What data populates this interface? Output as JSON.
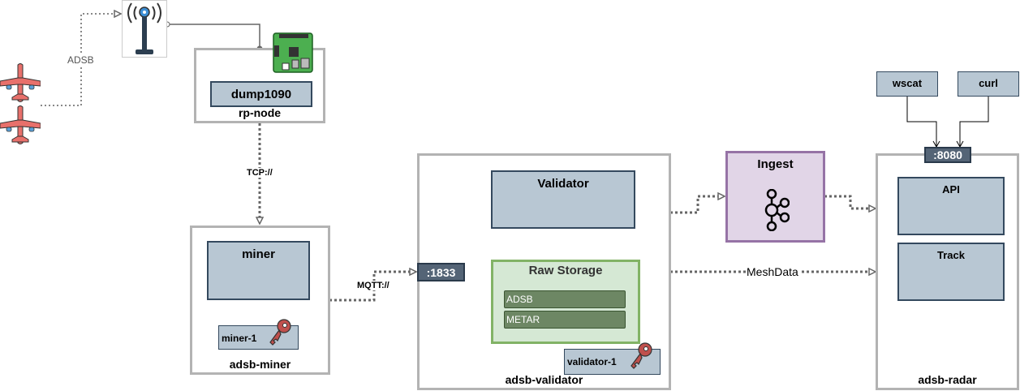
{
  "links": {
    "adsb": "ADSB",
    "tcp": "TCP://",
    "mqtt": "MQTT://",
    "meshdata": "MeshData"
  },
  "rp_node": {
    "label": "rp-node",
    "service": "dump1090"
  },
  "miner": {
    "label": "adsb-miner",
    "service": "miner",
    "key": "miner-1"
  },
  "validator": {
    "label": "adsb-validator",
    "port": ":1833",
    "service": "Validator",
    "storage": {
      "title": "Raw Storage",
      "items": [
        "ADSB",
        "METAR"
      ]
    },
    "key": "validator-1"
  },
  "ingest": {
    "title": "Ingest",
    "icon": "kafka-icon"
  },
  "radar": {
    "label": "adsb-radar",
    "port": ":8080",
    "services": [
      "API",
      "Track"
    ],
    "clients": [
      "wscat",
      "curl"
    ]
  },
  "icons": [
    "airplane-icon",
    "antenna-tower-icon",
    "raspberry-pi-icon",
    "key-icon",
    "kafka-icon"
  ],
  "colors": {
    "container_border": "#b3b3b3",
    "service_fill": "#b8c7d3",
    "service_border": "#34495e",
    "port_fill": "#546476",
    "storage_fill": "#d5e8d4",
    "storage_border": "#82b366",
    "pill_fill": "#6d8764",
    "ingest_fill": "#e1d5e7",
    "ingest_border": "#9673a6",
    "key_fill": "#c0504d"
  }
}
